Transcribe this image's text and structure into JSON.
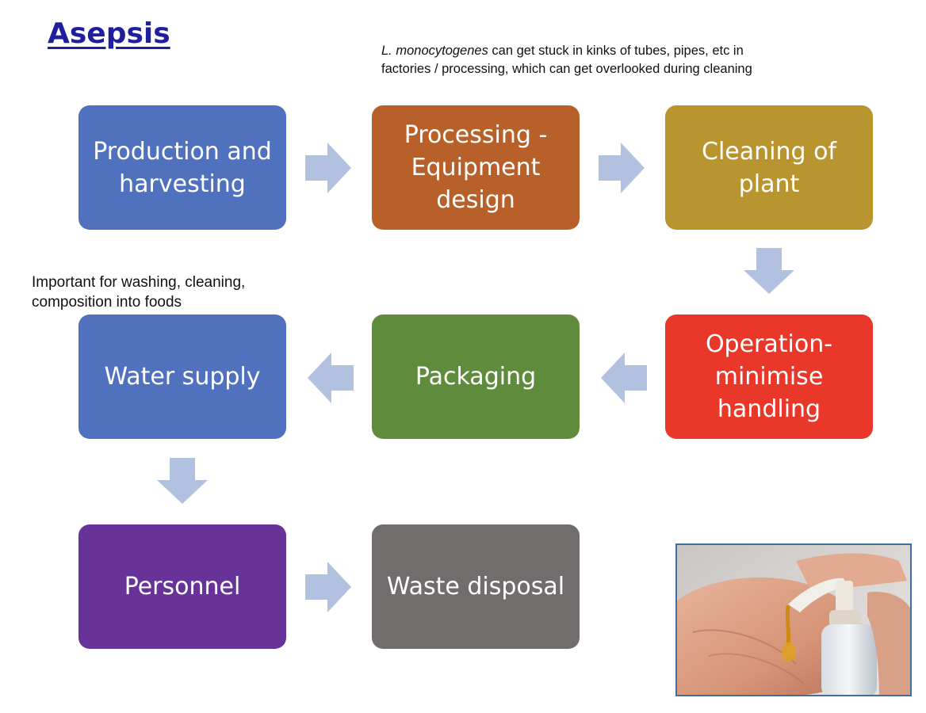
{
  "title": "Asepsis",
  "notes": {
    "top_italic": "L. monocytogenes",
    "top_rest": " can get stuck in kinks of tubes, pipes, etc in factories / processing, which can get overlooked during cleaning",
    "left": "Important for washing, cleaning, composition into foods"
  },
  "steps": [
    {
      "label": "Production and harvesting",
      "color": "#4f71be"
    },
    {
      "label": "Processing - Equipment design",
      "color": "#b8602a"
    },
    {
      "label": "Cleaning of plant",
      "color": "#b8952f"
    },
    {
      "label": "Operation-minimise handling",
      "color": "#e9372a"
    },
    {
      "label": "Packaging",
      "color": "#5f8b3c"
    },
    {
      "label": "Water supply",
      "color": "#4f71be"
    },
    {
      "label": "Personnel",
      "color": "#673399"
    },
    {
      "label": "Waste disposal",
      "color": "#716d6c"
    }
  ],
  "arrow_color": "#b3c1e0",
  "photo": {
    "subject": "hand-sanitizer-pump-photo"
  }
}
